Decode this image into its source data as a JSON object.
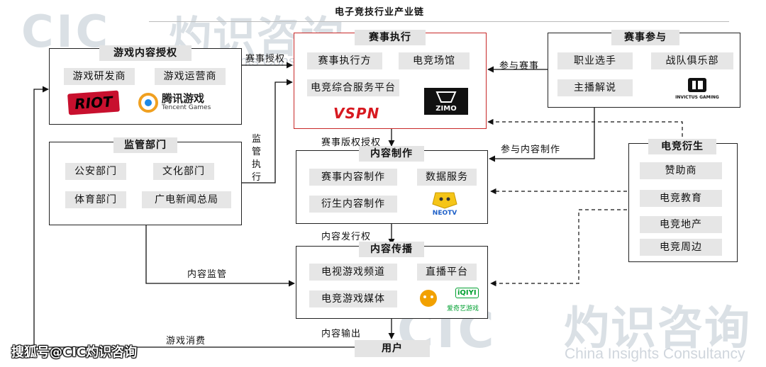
{
  "title": "电子竞技行业产业链",
  "watermark": {
    "cn": "灼识咨询",
    "en": "China Insights Consultancy",
    "abbr": "CIC"
  },
  "footer": "搜狐号@CIC灼识咨询",
  "boxes": {
    "licensing": {
      "header": "游戏内容授权",
      "items": [
        "游戏研发商",
        "游戏运营商"
      ],
      "logos": [
        "RIOT",
        "腾讯游戏",
        "Tencent Games"
      ]
    },
    "regulator": {
      "header": "监管部门",
      "items": [
        "公安部门",
        "文化部门",
        "体育部门",
        "广电新闻总局"
      ]
    },
    "execution": {
      "header": "赛事执行",
      "items": [
        "赛事执行方",
        "电竞场馆",
        "电竞综合服务平台"
      ],
      "logos": [
        "VSPN",
        "ZIMO"
      ]
    },
    "participation": {
      "header": "赛事参与",
      "items": [
        "职业选手",
        "战队俱乐部",
        "主播解说"
      ],
      "logos": [
        "INVICTUS GAMING"
      ]
    },
    "production": {
      "header": "内容制作",
      "items": [
        "赛事内容制作",
        "数据服务",
        "衍生内容制作"
      ],
      "logos": [
        "NEOTV"
      ]
    },
    "distribution": {
      "header": "内容传播",
      "items": [
        "电视游戏频道",
        "直播平台",
        "电竞游戏媒体"
      ],
      "logos": [
        "iQIYI",
        "爱奇艺游戏"
      ]
    },
    "derivatives": {
      "header": "电竞衍生",
      "items": [
        "赞助商",
        "电竞教育",
        "电竞地产",
        "电竞周边"
      ]
    },
    "user": {
      "header": "用户"
    }
  },
  "edges": {
    "license": "赛事授权",
    "supervise": "监管执行",
    "participate_event": "参与赛事",
    "media_rights": "赛事版权授权",
    "participate_content": "参与内容制作",
    "distribution_rights": "内容发行权",
    "content_supervision": "内容监管",
    "content_output": "内容输出",
    "game_consumption": "游戏消费"
  },
  "colors": {
    "execution_border": "#c82828",
    "header_bg": "#e4e4e4",
    "pill_bg": "#e6e6e6"
  }
}
